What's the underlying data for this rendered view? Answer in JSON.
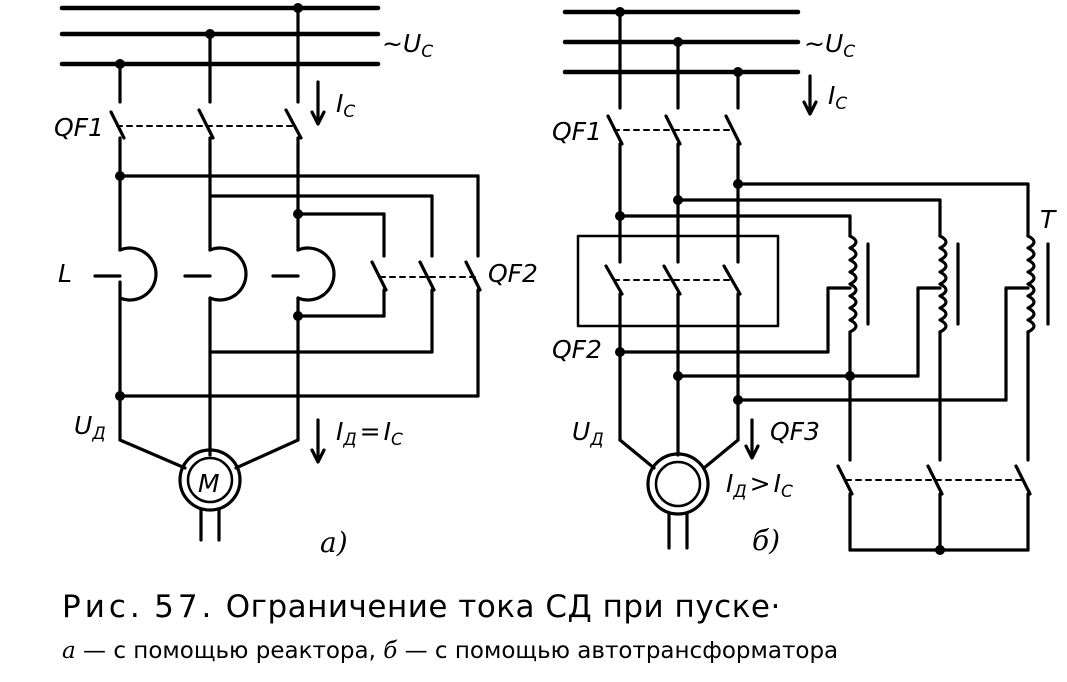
{
  "diagram_a": {
    "supply_label": "~U",
    "supply_sub": "C",
    "current_label": "I",
    "current_sub": "C",
    "breaker1": "QF1",
    "breaker2": "QF2",
    "reactor_label": "L",
    "voltage_label": "U",
    "voltage_sub": "Д",
    "motor_label": "M",
    "motor_current_1": "I",
    "motor_current_1_sub": "Д",
    "motor_current_eq": "=",
    "motor_current_2": "I",
    "motor_current_2_sub": "C",
    "tag": "а)"
  },
  "diagram_b": {
    "supply_label": "~U",
    "supply_sub": "C",
    "current_label": "I",
    "current_sub": "C",
    "breaker1": "QF1",
    "breaker2": "QF2",
    "breaker3": "QF3",
    "transformer_label": "T",
    "voltage_label": "U",
    "voltage_sub": "Д",
    "motor_current_1": "I",
    "motor_current_1_sub": "Д",
    "motor_current_gt": ">",
    "motor_current_2": "I",
    "motor_current_2_sub": "C",
    "tag": "б)"
  },
  "caption": {
    "prefix": "Рис.",
    "number": "57.",
    "title": "Ограничение тока СД при пуске·",
    "item_a_letter": "а",
    "item_a_text": " — с помощью реактора, ",
    "item_b_letter": "б",
    "item_b_text": " — с помощью автотрансформатора"
  }
}
